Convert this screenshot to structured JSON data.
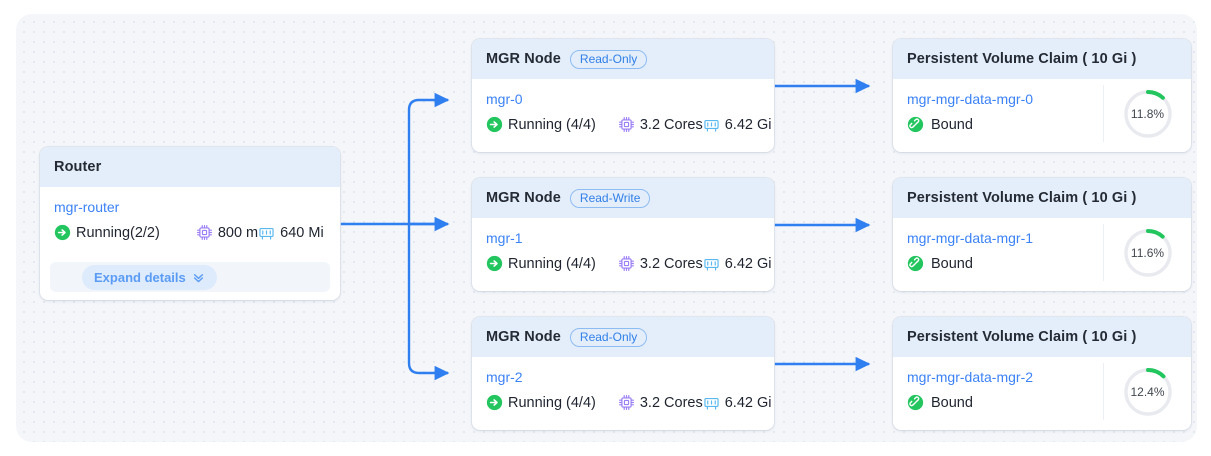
{
  "colors": {
    "canvas_bg": "#f4f6fa",
    "card_header_bg": "#e4eefb",
    "link_blue": "#3b82f6",
    "edge_blue": "#2f7ff0",
    "status_green": "#22c55e",
    "cpu_purple": "#9b7ff5",
    "mem_blue": "#5ab8f0",
    "ring_track": "#e8eaef"
  },
  "router": {
    "title": "Router",
    "name": "mgr-router",
    "status": "Running(2/2)",
    "status_icon": "running-arrow-icon",
    "cpu": "800 m",
    "cpu_icon": "cpu-icon",
    "memory": "640 Mi",
    "memory_icon": "memory-icon",
    "expand_label": "Expand details",
    "expand_icon": "double-chevron-down-icon"
  },
  "mgr_nodes": [
    {
      "title": "MGR Node",
      "badge": "Read-Only",
      "name": "mgr-0",
      "status": "Running (4/4)",
      "status_icon": "running-arrow-icon",
      "cpu": "3.2 Cores",
      "cpu_icon": "cpu-icon",
      "memory": "6.42 Gi",
      "memory_icon": "memory-icon"
    },
    {
      "title": "MGR Node",
      "badge": "Read-Write",
      "name": "mgr-1",
      "status": "Running (4/4)",
      "status_icon": "running-arrow-icon",
      "cpu": "3.2 Cores",
      "cpu_icon": "cpu-icon",
      "memory": "6.42 Gi",
      "memory_icon": "memory-icon"
    },
    {
      "title": "MGR Node",
      "badge": "Read-Only",
      "name": "mgr-2",
      "status": "Running (4/4)",
      "status_icon": "running-arrow-icon",
      "cpu": "3.2 Cores",
      "cpu_icon": "cpu-icon",
      "memory": "6.42 Gi",
      "memory_icon": "memory-icon"
    }
  ],
  "pvcs": [
    {
      "title": "Persistent Volume Claim ( 10 Gi )",
      "name": "mgr-mgr-data-mgr-0",
      "status": "Bound",
      "status_icon": "link-bound-icon",
      "usage_label": "11.8%",
      "usage_value": 11.8
    },
    {
      "title": "Persistent Volume Claim ( 10 Gi )",
      "name": "mgr-mgr-data-mgr-1",
      "status": "Bound",
      "status_icon": "link-bound-icon",
      "usage_label": "11.6%",
      "usage_value": 11.6
    },
    {
      "title": "Persistent Volume Claim ( 10 Gi )",
      "name": "mgr-mgr-data-mgr-2",
      "status": "Bound",
      "status_icon": "link-bound-icon",
      "usage_label": "12.4%",
      "usage_value": 12.4
    }
  ]
}
